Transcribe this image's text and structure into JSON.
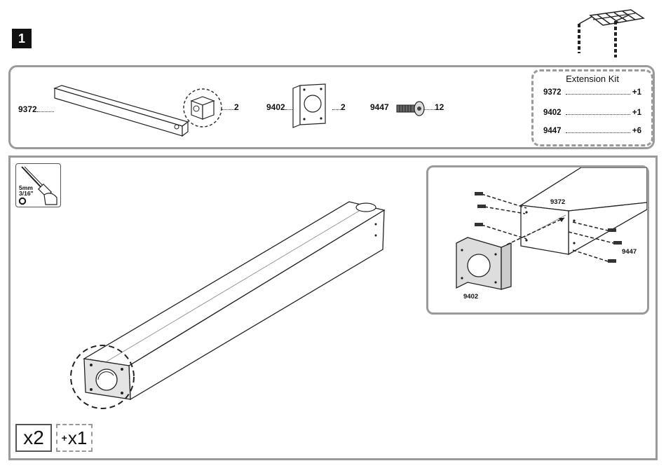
{
  "step": {
    "number": "1"
  },
  "parts": [
    {
      "id": "9372",
      "qty": "2"
    },
    {
      "id": "9402",
      "qty": "2"
    },
    {
      "id": "9447",
      "qty": "12"
    }
  ],
  "extension_kit": {
    "title": "Extension Kit",
    "rows": [
      {
        "id": "9372",
        "qty": "+1"
      },
      {
        "id": "9402",
        "qty": "+1"
      },
      {
        "id": "9447",
        "qty": "+6"
      }
    ]
  },
  "tool": {
    "size_metric": "5mm",
    "size_imperial": "3/16\""
  },
  "detail_labels": {
    "tube": "9372",
    "bolt": "9447",
    "bracket": "9402"
  },
  "quantity": {
    "base": "x2",
    "extension_plus": "+",
    "extension": "x1"
  }
}
